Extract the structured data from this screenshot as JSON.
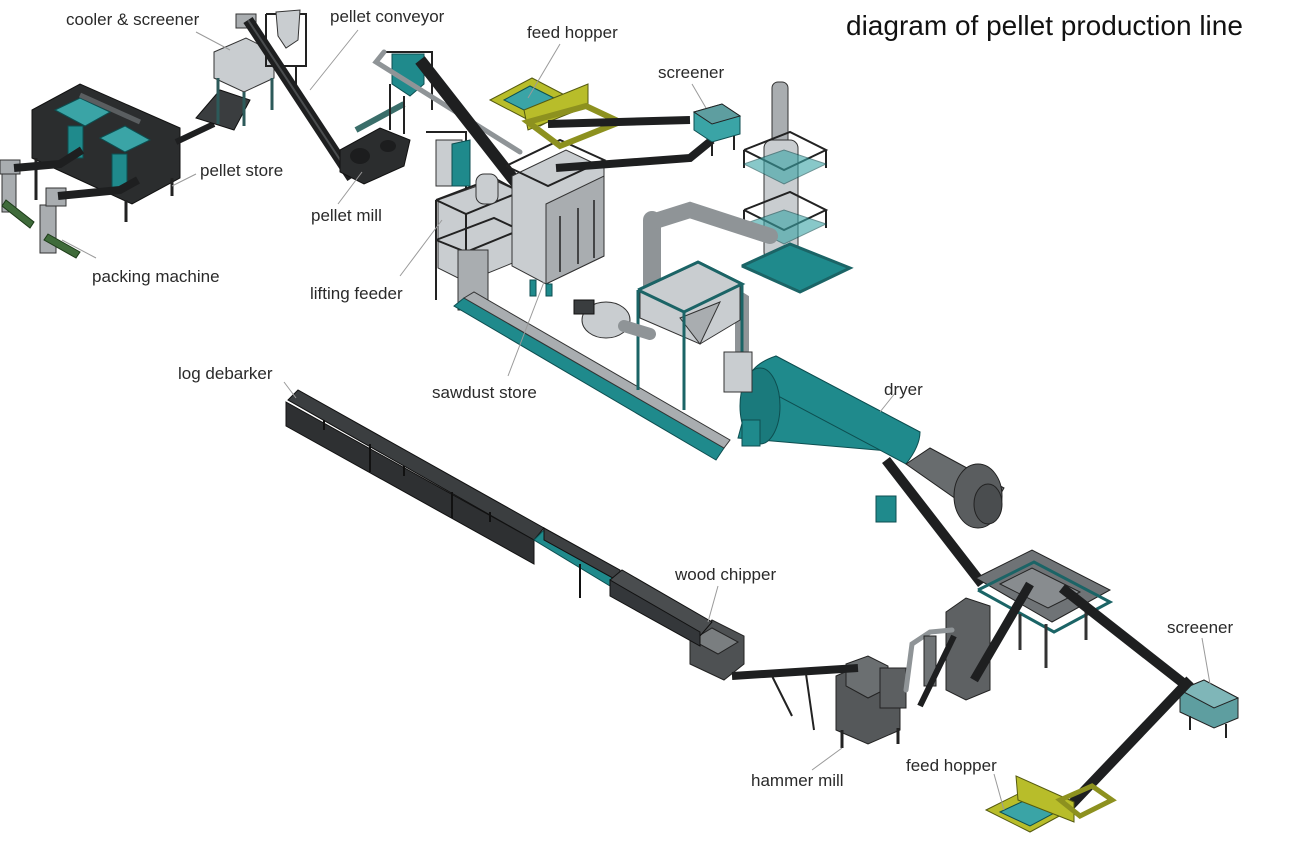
{
  "title": "diagram of pellet production line",
  "labels": {
    "cooler_screener": "cooler & screener",
    "pellet_conveyor": "pellet conveyor",
    "feed_hopper_top": "feed hopper",
    "screener_top": "screener",
    "pellet_store": "pellet store",
    "pellet_mill": "pellet mill",
    "packing_machine": "packing machine",
    "lifting_feeder": "lifting feeder",
    "sawdust_store": "sawdust store",
    "log_debarker": "log debarker",
    "dryer": "dryer",
    "wood_chipper": "wood chipper",
    "screener_bottom": "screener",
    "feed_hopper_bottom": "feed hopper",
    "hammer_mill": "hammer mill"
  },
  "colors": {
    "teal": "#1f8a8c",
    "dark_steel": "#2b2d2e",
    "grey_steel": "#a9adb0",
    "olive": "#b8bd2a"
  }
}
